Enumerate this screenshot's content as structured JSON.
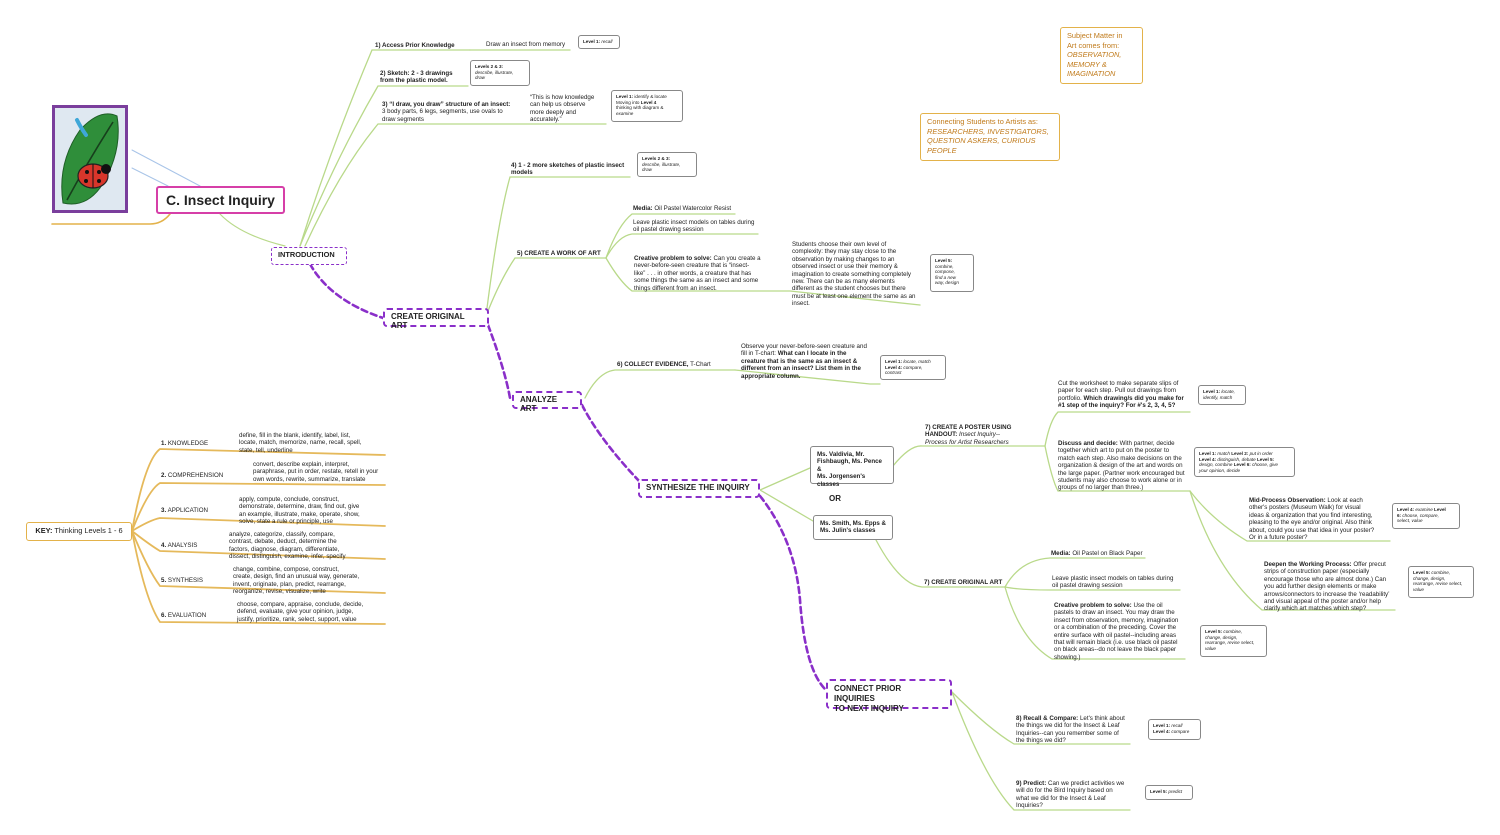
{
  "title": "C. Insect Inquiry",
  "colors": {
    "branch": "#b9d98a",
    "stage": "#8a2fc9",
    "key": "#e3b24a",
    "title_border": "#d63fa8",
    "orange_text": "#c07a1a",
    "arrow": "#a8c4e8"
  },
  "stages": {
    "introduction": "INTRODUCTION",
    "create": "CREATE ORIGINAL ART",
    "analyze": "ANALYZE ART",
    "synthesize": "SYNTHESIZE THE INQUIRY",
    "connect_line1": "CONNECT PRIOR INQUIRIES",
    "connect_line2": "TO NEXT INQUIRY"
  },
  "side_boxes": {
    "subject": {
      "line1": "Subject Matter in",
      "line2": "Art comes from:",
      "line3": "OBSERVATION,",
      "line4": "MEMORY &",
      "line5": "IMAGINATION"
    },
    "connecting": {
      "line1": "Connecting Students to Artists as:",
      "line2": "RESEARCHERS, INVESTIGATORS,",
      "line3": "QUESTION ASKERS, CURIOUS",
      "line4": "PEOPLE"
    }
  },
  "steps": {
    "s1": {
      "label": "1) Access Prior Knowledge",
      "detail": "Draw an insect from memory",
      "level_b": "Level 1:",
      "level_i": "recall"
    },
    "s2": {
      "line1": "2) Sketch: 2 - 3 drawings",
      "line2": "from the plastic model.",
      "level_b": "Levels 2 & 3:",
      "level_i1": "describe, illustrate,",
      "level_i2": "draw"
    },
    "s3": {
      "line1": "3) “I draw, you draw” structure of an insect:",
      "line2": "3 body parts, 6 legs, segments, use ovals to",
      "line3": "draw segments",
      "quote1": "“This is how knowledge",
      "quote2": "can help us observe",
      "quote3": "more deeply and",
      "quote4": "accurately.”",
      "lev1": "Level 1:",
      "lev1t": "identify & locate",
      "lev2": "Moving into",
      "lev2b": "Level 4",
      "lev3": "thinking with diagram &",
      "lev4": "examine"
    },
    "s4": {
      "line1": "4) 1 - 2 more sketches of plastic insect",
      "line2": "models",
      "level_b": "Levels 2 & 3:",
      "level_i1": "describe, illustrate,",
      "level_i2": "draw"
    },
    "s5": {
      "label": "5) CREATE A WORK OF ART",
      "media_b": "Media:",
      "media": "Oil Pastel Watercolor Resist",
      "leave1": "Leave plastic insect models on tables during",
      "leave2": "oil pastel drawing session",
      "cps_b": "Creative problem to solve:",
      "cps1": "Can you create a",
      "cps2": "never-before-seen creature that is “insect-",
      "cps3": "like” . . . in other words, a creature that has",
      "cps4": "some things the same as an insect and some",
      "cps5": "things different from an insect.",
      "st1": "Students choose their own level of",
      "st2": "complexity: they may stay close to the",
      "st3": "observation by making changes to an",
      "st4": "observed insect or use their memory &",
      "st5": "imagination to create something completely",
      "st6": "new.  There can be as many elements",
      "st7": "different as the student chooses but there",
      "st8": "must be at least one element the same as an",
      "st9": "insect.",
      "lev_b": "Level 5:",
      "lev1": "combine,",
      "lev2": "compose,",
      "lev3": "find a new",
      "lev4": "way, design"
    },
    "s6": {
      "label_b": "6) COLLECT EVIDENCE,",
      "label": "T-Chart",
      "d1": "Observe your never-before-seen creature and",
      "d2": "fill in T-chart:",
      "d2b": "What can I locate in the",
      "d3": "creature that is the same as an insect &",
      "d4": "different from an insect?  List them in the",
      "d5": "appropriate column.",
      "lev1b": "Level 1:",
      "lev1": "locate, match",
      "lev2b": "Level 4:",
      "lev2": "compare,",
      "lev3": "contrast"
    },
    "classes1": {
      "line1": "Ms. Valdivia, Mr.",
      "line2": "Fishbaugh, Ms. Pence &",
      "line3": "Ms. Jorgensen's",
      "line4": "classes"
    },
    "or": "OR",
    "classes2": {
      "line1": "Ms. Smith, Ms. Epps &",
      "line2": "Ms. Julin's classes"
    },
    "s7a": {
      "line1": "7) CREATE A POSTER USING",
      "line2": "HANDOUT:",
      "line2i": "Insect Inquiry--",
      "line3": "Process for Artist Researchers",
      "cut1": "Cut the worksheet to make separate slips of",
      "cut2": "paper for each step. Pull out drawings from",
      "cut3": "portfolio.",
      "cut3b": "Which drawing/s did you make for",
      "cut4b": "#1 step of the inquiry?  For #'s 2, 3, 4, 5?",
      "cutlev_b": "Level 1:",
      "cutlev1": "locate,",
      "cutlev2": "identify, match",
      "dd_b": "Discuss and decide:",
      "dd1": "With partner, decide",
      "dd2": "together which art to put on the poster to",
      "dd3": "match each step.  Also make decisions on the",
      "dd4": "organization & design of the art and words on",
      "dd5": "the large paper. (Partner work encouraged but",
      "dd6": "students may also choose to work alone or in",
      "dd7": "groups of no larger than three.)",
      "ddlev1b": "Level 1:",
      "ddlev1": "match",
      "ddlev1c": "Level 2:",
      "ddlev1d": "put in order",
      "ddlev2b": "Level 4:",
      "ddlev2": "distinguish, debate",
      "ddlev2c": "Level 5:",
      "ddlev3": "design, combine",
      "ddlev3b": "Level 6:",
      "ddlev3c": "choose, give",
      "ddlev4": "your opinion, decide",
      "mp_b": "Mid-Process Observation:",
      "mp1": "Look at each",
      "mp2": "other's posters (Museum Walk) for visual",
      "mp3": "ideas & organization that you find interesting,",
      "mp4": "pleasing to the eye and/or original. Also think",
      "mp5": "about, could you use that idea in your poster?",
      "mp6": "Or in a future poster?",
      "mplev1b": "Level 4:",
      "mplev1": "examine",
      "mplev1c": "Level",
      "mplev2b": "6:",
      "mplev2": "choose, compare,",
      "mplev3": "select, value",
      "dw_b": "Deepen the Working Process:",
      "dw1": "Offer precut",
      "dw2": "strips of construction paper (especially",
      "dw3": "encourage those who are almost done.) Can",
      "dw4": "you add further design elements or make",
      "dw5": "arrows/connectors to increase the ‘readability’",
      "dw6": "and visual appeal of the poster and/or help",
      "dw7": "clarify which art matches which step?",
      "dwlev_b": "Level 5:",
      "dwlev1": "combine,",
      "dwlev2": "change, design,",
      "dwlev3": "rearrange, revise select,",
      "dwlev4": "value"
    },
    "s7b": {
      "label": "7) CREATE ORIGINAL ART",
      "media_b": "Media:",
      "media": "Oil Pastel on Black Paper",
      "leave1": "Leave plastic insect models on tables during",
      "leave2": "oil pastel drawing session",
      "cps_b": "Creative problem to solve:",
      "cps1": "Use the oil",
      "cps2": "pastels to draw an insect.  You may draw the",
      "cps3": "insect from observation, memory, imagination",
      "cps4": "or a combination of the preceding.  Cover the",
      "cps5": "entire surface with oil pastel--including areas",
      "cps6": "that will remain black (i.e. use black oil pastel",
      "cps7": "on black areas--do not leave the black paper",
      "cps8": "showing.)",
      "lev_b": "Level 5:",
      "lev1": "combine,",
      "lev2": "change, design,",
      "lev3": "rearrange, revise select,",
      "lev4": "value"
    },
    "s8": {
      "label_b": "8) Recall & Compare:",
      "l1": "Let's think about",
      "l2": "the things we did for the Insect & Leaf",
      "l3": "Inquiries--can you remember some of",
      "l4": "the things we did?",
      "lev1b": "Level 1:",
      "lev1": "recall",
      "lev2b": "Level 4:",
      "lev2": "compare"
    },
    "s9": {
      "label_b": "9) Predict:",
      "l1": "Can we predict activities we",
      "l2": "will do for the Bird Inquiry based on",
      "l3": "what we did for the Insect & Leaf",
      "l4": "Inquiries?",
      "lev_b": "Level 5:",
      "lev": "predict"
    }
  },
  "key": {
    "label_b": "KEY:",
    "label": "Thinking Levels 1 - 6",
    "levels": [
      {
        "num": "1.",
        "name": "KNOWLEDGE",
        "l1": "define, fill in the blank, identify, label, list,",
        "l2": "locate, match, memorize, name, recall, spell,",
        "l3": "state, tell, underline",
        "l4": ""
      },
      {
        "num": "2.",
        "name": "COMPREHENSION",
        "l1": "convert, describe explain, interpret,",
        "l2": "paraphrase, put in order, restate, retell in your",
        "l3": "own words, rewrite, summarize, translate",
        "l4": ""
      },
      {
        "num": "3.",
        "name": "APPLICATION",
        "l1": "apply, compute, conclude, construct,",
        "l2": "demonstrate, determine, draw, find out, give",
        "l3": "an example, illustrate, make, operate, show,",
        "l4": "solve, state a rule or principle, use"
      },
      {
        "num": "4.",
        "name": "ANALYSIS",
        "l1": "analyze, categorize, classify, compare,",
        "l2": "contrast, debate, deduct, determine the",
        "l3": "factors, diagnose, diagram, differentiate,",
        "l4": "dissect, distinguish, examine, infer, specify"
      },
      {
        "num": "5.",
        "name": "SYNTHESIS",
        "l1": "change, combine, compose, construct,",
        "l2": "create, design, find an unusual way, generate,",
        "l3": "invent, originate, plan, predict, rearrange,",
        "l4": "reorganize, revise, visualize, write"
      },
      {
        "num": "6.",
        "name": "EVALUATION",
        "l1": "choose, compare, appraise, conclude, decide,",
        "l2": "defend, evaluate, give your opinion, judge,",
        "l3": "justify, prioritize, rank, select, support, value",
        "l4": ""
      }
    ]
  }
}
